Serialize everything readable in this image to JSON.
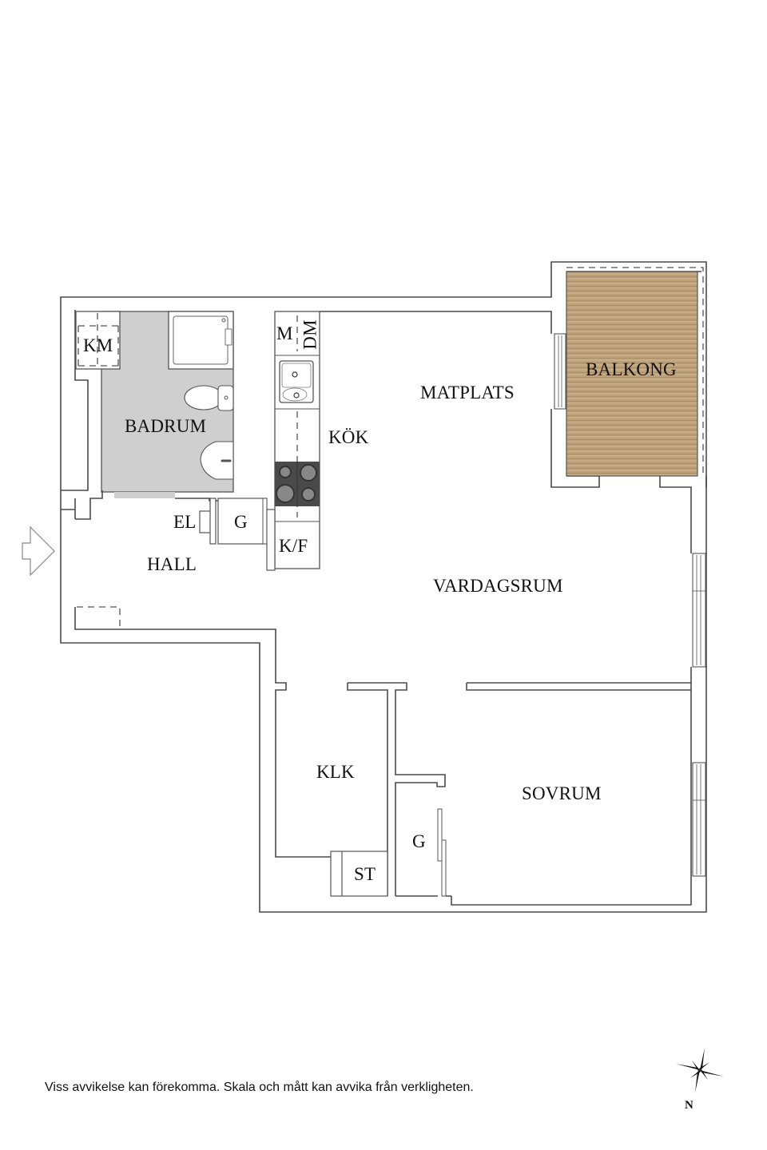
{
  "floorplan": {
    "rooms": [
      {
        "id": "km",
        "label": "KM"
      },
      {
        "id": "badrum",
        "label": "BADRUM"
      },
      {
        "id": "m",
        "label": "M"
      },
      {
        "id": "dm",
        "label": "DM"
      },
      {
        "id": "kok",
        "label": "KÖK"
      },
      {
        "id": "matplats",
        "label": "MATPLATS"
      },
      {
        "id": "balkong",
        "label": "BALKONG"
      },
      {
        "id": "el",
        "label": "EL"
      },
      {
        "id": "g_hall",
        "label": "G"
      },
      {
        "id": "kf",
        "label": "K/F"
      },
      {
        "id": "hall",
        "label": "HALL"
      },
      {
        "id": "vardagsrum",
        "label": "VARDAGSRUM"
      },
      {
        "id": "klk",
        "label": "KLK"
      },
      {
        "id": "sovrum",
        "label": "SOVRUM"
      },
      {
        "id": "g_sovrum",
        "label": "G"
      },
      {
        "id": "st",
        "label": "ST"
      }
    ],
    "colors": {
      "bathroom_floor": "#cfcfcf",
      "balcony_floor": "#b99d73",
      "stove": "#4a4a4a",
      "wall_line": "#4a4a4a"
    },
    "entrance_icon": "entrance-arrow-icon"
  },
  "footer": {
    "disclaimer": "Viss avvikelse kan förekomma. Skala och mått kan avvika från verkligheten.",
    "compass_label": "N"
  }
}
